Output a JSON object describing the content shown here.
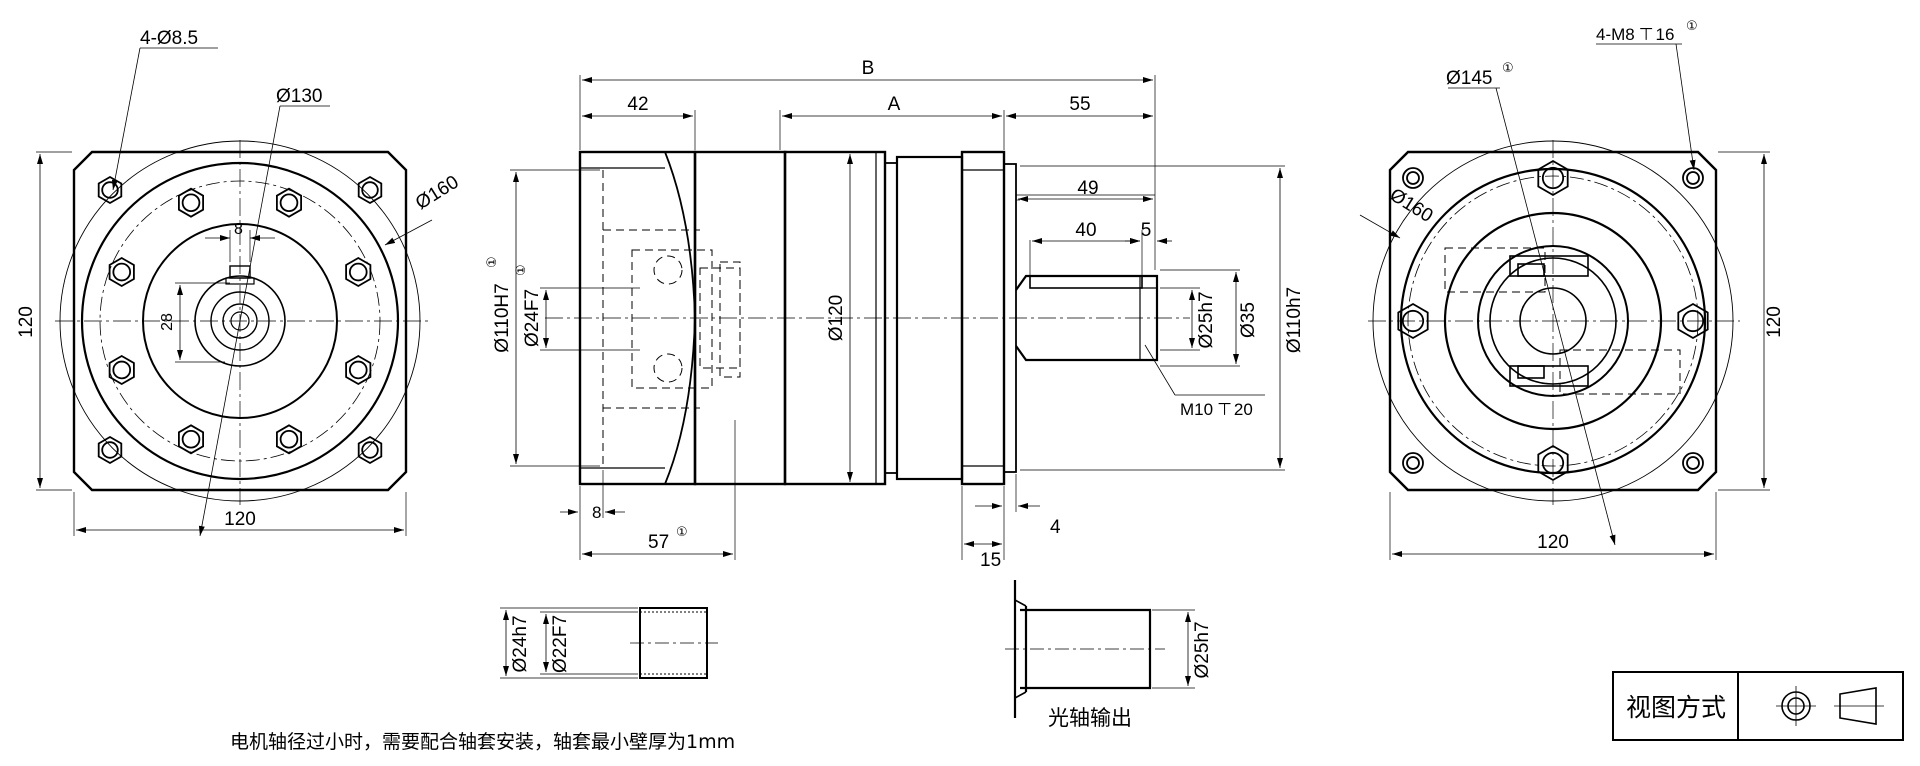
{
  "left_view": {
    "holes_label": "4-Ø8.5",
    "pcd_130": "Ø130",
    "pcd_160": "Ø160",
    "key_width": "8",
    "key_height": "28",
    "height": "120",
    "width": "120"
  },
  "side_view": {
    "overall_B": "B",
    "motor_42": "42",
    "length_A": "A",
    "shaft_55": "55",
    "shaft_49": "49",
    "shaft_40": "40",
    "shaft_5": "5",
    "pilot_110h7": "Ø110H7",
    "pilot_note": "①",
    "bore_24f7": "Ø24F7",
    "bore_note": "①",
    "body_120": "Ø120",
    "shaft_25h7": "Ø25h7",
    "shaft_35": "Ø35",
    "flange_110h7": "Ø110h7",
    "thread_label": "M10",
    "thread_depth_symbol": "⊤",
    "thread_depth": "20",
    "dim_8": "8",
    "dim_57": "57",
    "dim_57_note": "①",
    "dim_15": "15",
    "dim_4": "4"
  },
  "right_view": {
    "holes_label": "4-M8",
    "holes_depth_symbol": "⊤",
    "holes_depth": "16",
    "holes_note": "①",
    "pcd_145": "Ø145",
    "pcd_145_note": "①",
    "pcd_160": "Ø160",
    "height": "120",
    "width": "120"
  },
  "sleeve_view": {
    "outer": "Ø24h7",
    "inner": "Ø22F7"
  },
  "smooth_shaft_view": {
    "shaft": "Ø25h7",
    "caption": "光轴输出"
  },
  "bottom_note": "电机轴径过小时，需要配合轴套安装，轴套最小壁厚为1mm",
  "view_box": {
    "label": "视图方式",
    "symbols": [
      "first-angle-circle-icon",
      "projection-cone-icon"
    ]
  }
}
